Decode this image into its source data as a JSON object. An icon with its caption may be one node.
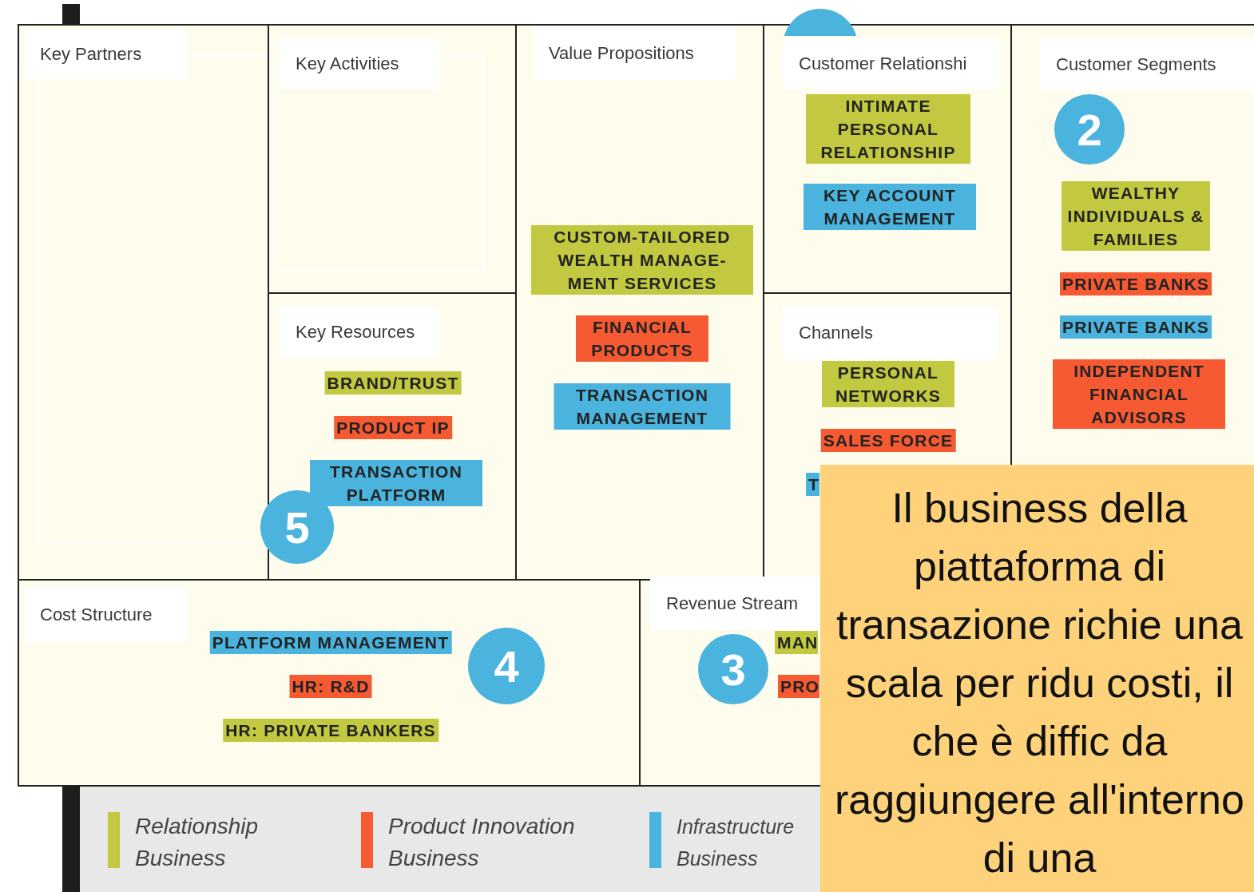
{
  "diagram": {
    "nodes": [
      {
        "text": [
          "Key Partners"
        ]
      },
      {
        "text": [
          "Key Activities"
        ]
      },
      {
        "text": [
          "Value Propositions"
        ]
      },
      {
        "text": [
          "CUSTOM-TAILORED WEALTH MANAGE- MENT SERVICES"
        ],
        "in": 2
      },
      {
        "text": [
          "FINANCIAL PRODUCTS"
        ],
        "in": 2
      },
      {
        "text": [
          "TRANSACTION MANAGEMENT"
        ],
        "in": 2
      },
      {
        "text": [],
        "shape": "circle"
      },
      {
        "text": [
          "Customer Relationshi"
        ]
      },
      {
        "text": [
          "INTIMATE PERSONAL RELATIONSHIP"
        ],
        "in": 7
      },
      {
        "text": [
          "KEY ACCOUNT MANAGEMENT"
        ],
        "in": 7
      },
      {
        "text": [
          "Customer Segments"
        ]
      },
      {
        "text": [
          "2"
        ],
        "in": 10
      },
      {
        "text": [
          "WEALTHY INDIVIDUALS & FAMILIES"
        ],
        "in": 10
      },
      {
        "text": [
          "PRIVATE BANKS"
        ],
        "in": 10
      },
      {
        "text": [
          "PRIVATE BANKS"
        ],
        "in": 10
      },
      {
        "text": [
          "INDEPENDENT FINANCIAL ADVISORS"
        ],
        "in": 10
      },
      {
        "text": [
          "Key Resources"
        ]
      },
      {
        "text": [
          "BRAND/TRUST"
        ],
        "in": 16
      },
      {
        "text": [
          "PRODUCT IP"
        ],
        "in": 16
      },
      {
        "text": [
          "TRANSACTION PLATFORM"
        ],
        "in": 16
      },
      {
        "text": [
          "5"
        ]
      },
      {
        "text": [
          "Channels"
        ]
      },
      {
        "text": [
          "PERSONAL NETWORKS"
        ],
        "in": 21
      },
      {
        "text": [
          "SALES FORCE"
        ],
        "in": 21
      },
      {
        "text": [
          "T"
        ],
        "in": 21
      },
      {
        "text": [
          "Cost Structure"
        ]
      },
      {
        "text": [
          "PLATFORM MANAGEMENT"
        ],
        "in": 25
      },
      {
        "text": [
          "HR: R&D"
        ],
        "in": 25
      },
      {
        "text": [
          "HR: PRIVATE BANKERS"
        ],
        "in": 25
      },
      {
        "text": [
          "4"
        ],
        "in": 25
      },
      {
        "text": [
          "Revenue Stream"
        ]
      },
      {
        "text": [
          "3"
        ],
        "in": 30
      },
      {
        "text": [
          "MAN"
        ],
        "in": 30
      },
      {
        "text": [
          "PRO"
        ],
        "in": 30
      },
      {
        "text": [
          "Il business della piattaforma di transazione richie una scala per ridu costi, il che è diffic da raggiungere all'interno di una"
        ]
      }
    ],
    "legend": [
      {
        "text": "Relationship Business",
        "color": "#c2c83f"
      },
      {
        "text": "Product Innovation Business",
        "color": "#f55a32"
      },
      {
        "text": "Infrastructure Business",
        "color": "#4ab4de"
      }
    ]
  }
}
